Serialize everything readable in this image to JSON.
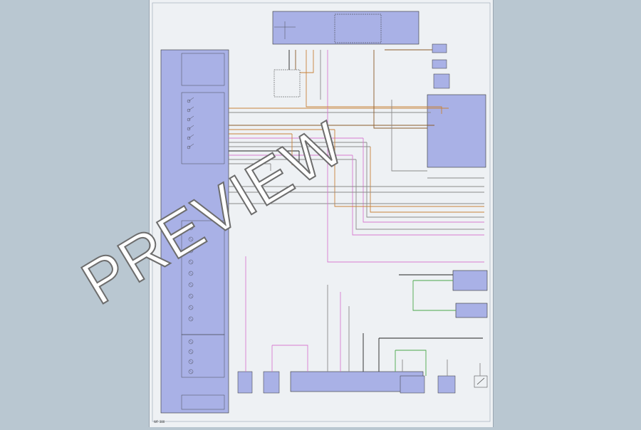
{
  "watermark": "PREVIEW",
  "colors": {
    "background": "#b9c7d1",
    "sheet": "#eef1f4",
    "module_fill": "#a9b1e6",
    "wire_orange": "#c8823a",
    "wire_brown": "#8a5a2a",
    "wire_pink": "#d87ad0",
    "wire_green": "#4aa84a",
    "wire_black": "#222222",
    "wire_gray": "#8a8a8a"
  },
  "icons": [
    "switch-symbol",
    "ground-symbol",
    "connector-arrow"
  ],
  "footer": {
    "sheet_code": "WF-380"
  }
}
